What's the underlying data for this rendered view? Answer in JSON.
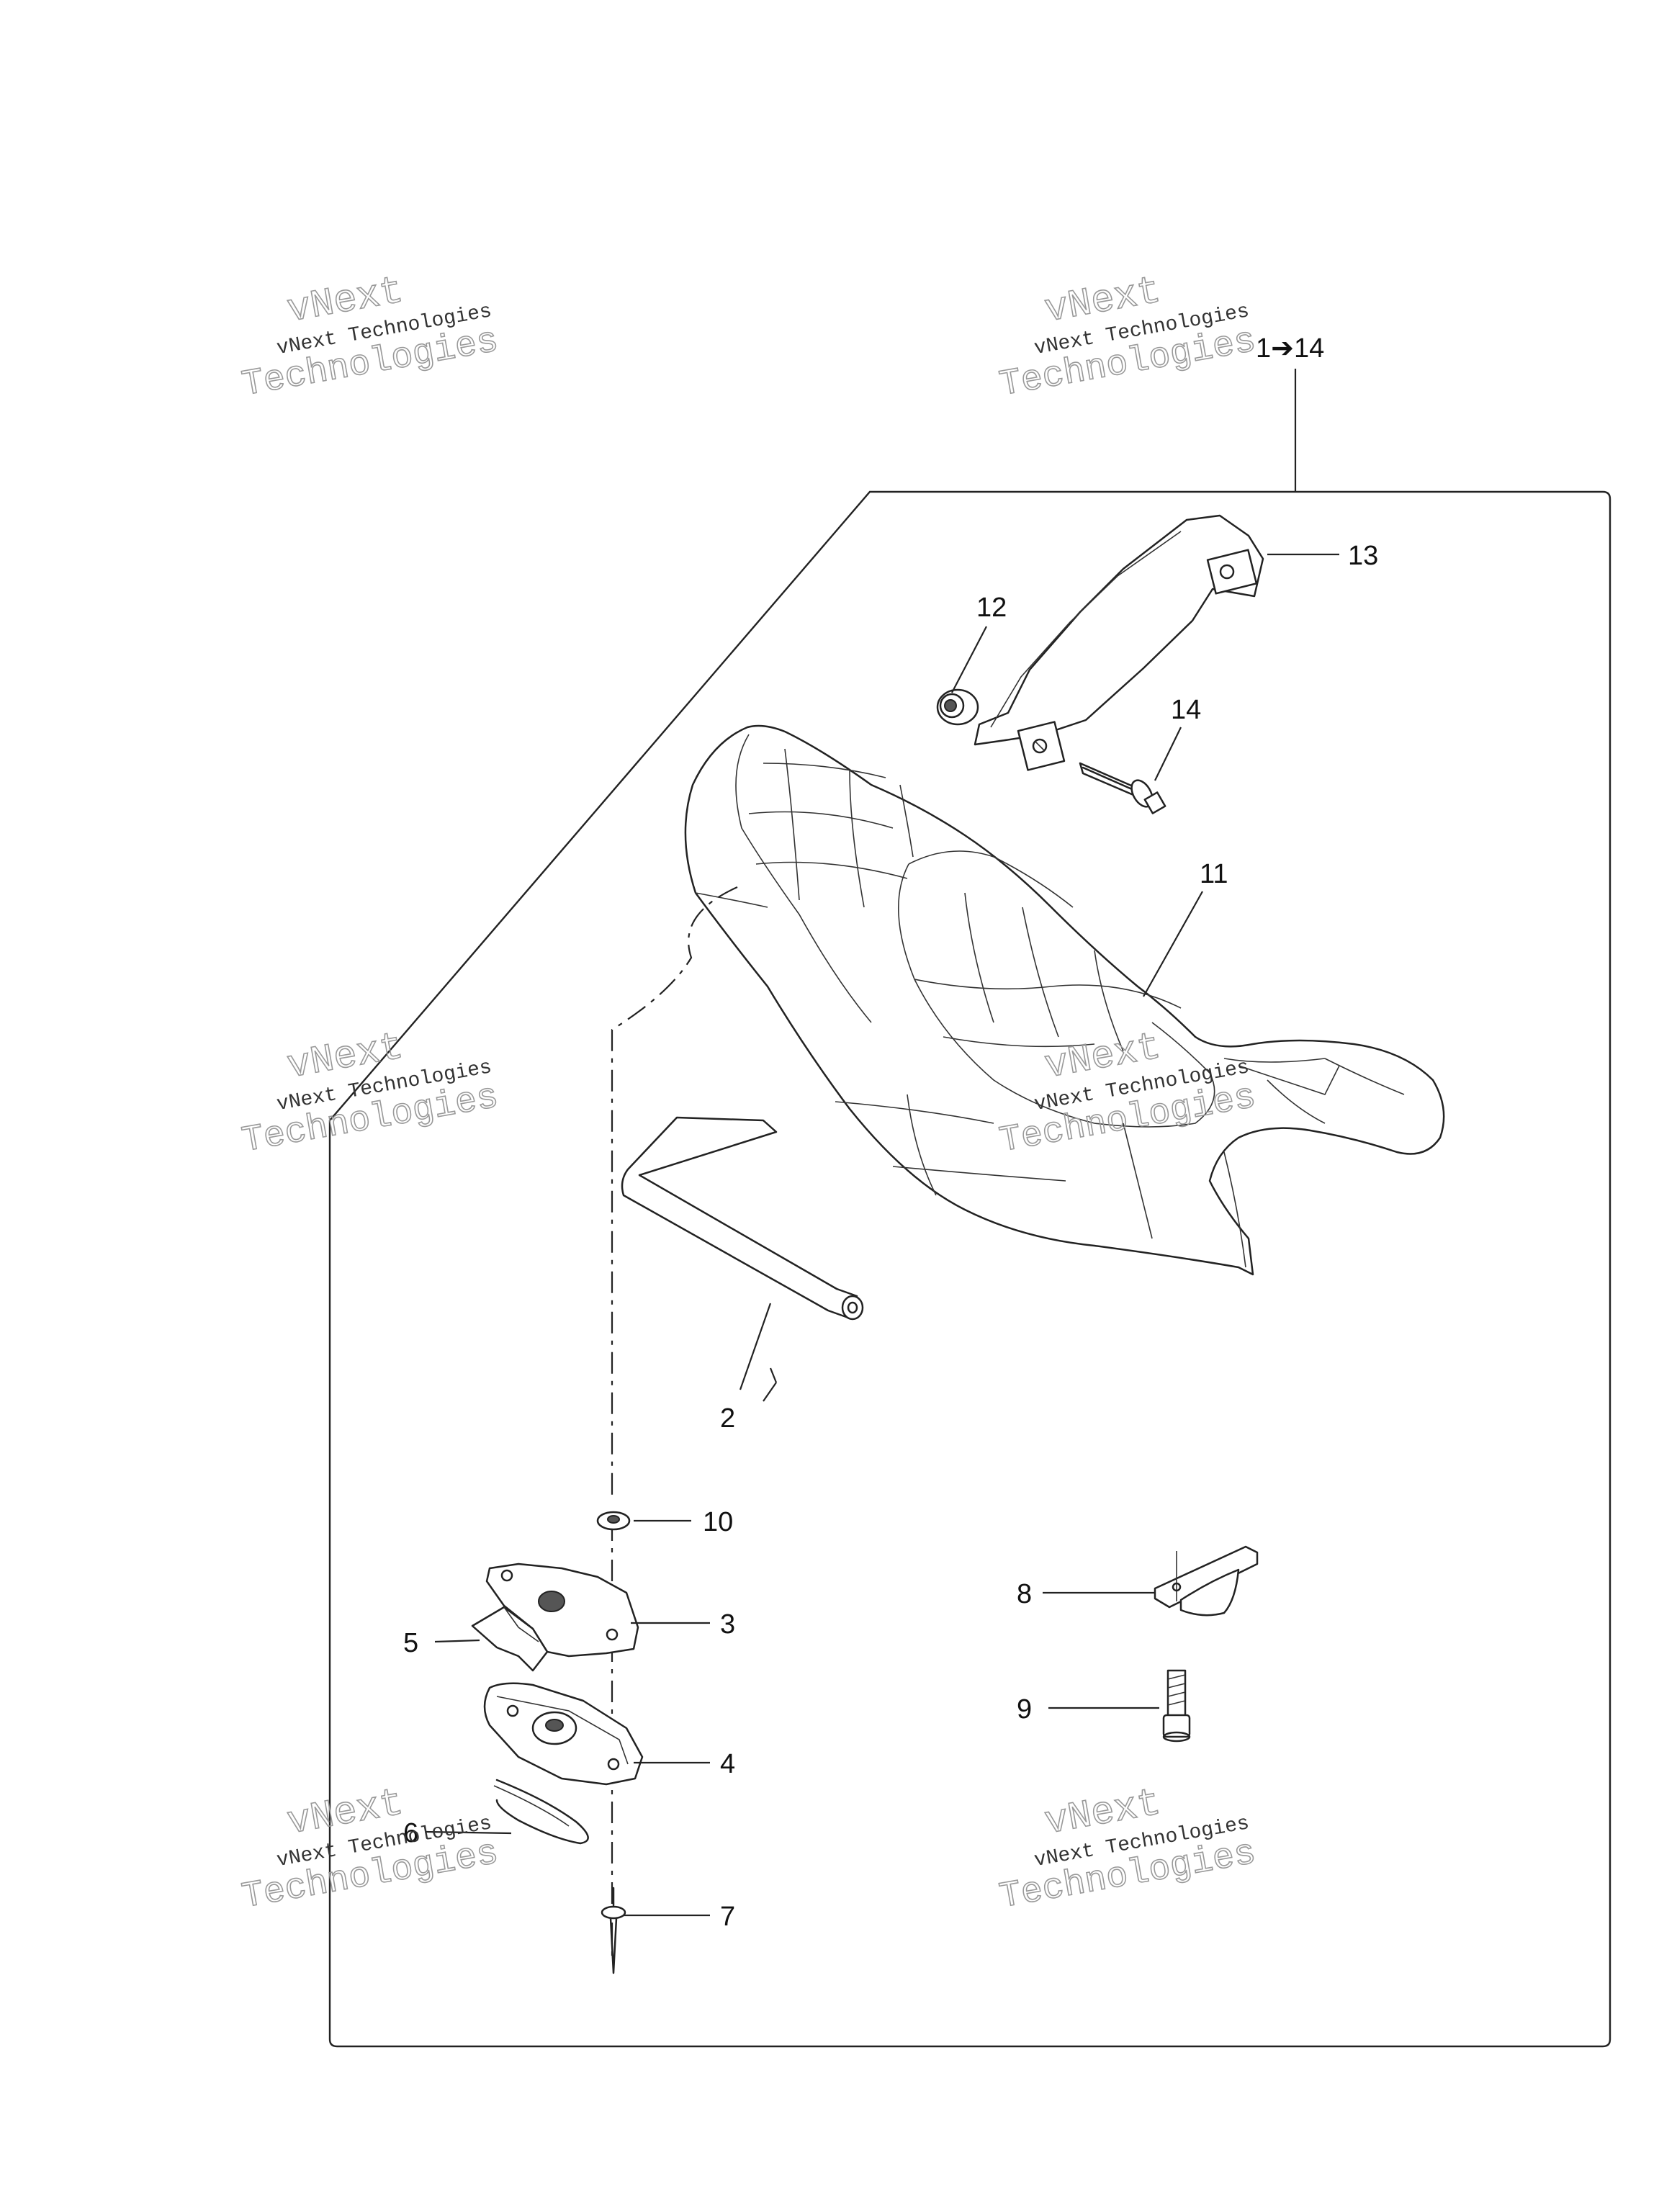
{
  "diagram": {
    "assembly_label": "1➔14",
    "callouts": [
      "2",
      "3",
      "4",
      "5",
      "6",
      "7",
      "8",
      "9",
      "10",
      "11",
      "12",
      "13",
      "14"
    ],
    "watermark": {
      "line_small": "vNext Technologies",
      "line_big_top": "vNext",
      "line_big_bottom": "Technologies"
    }
  }
}
